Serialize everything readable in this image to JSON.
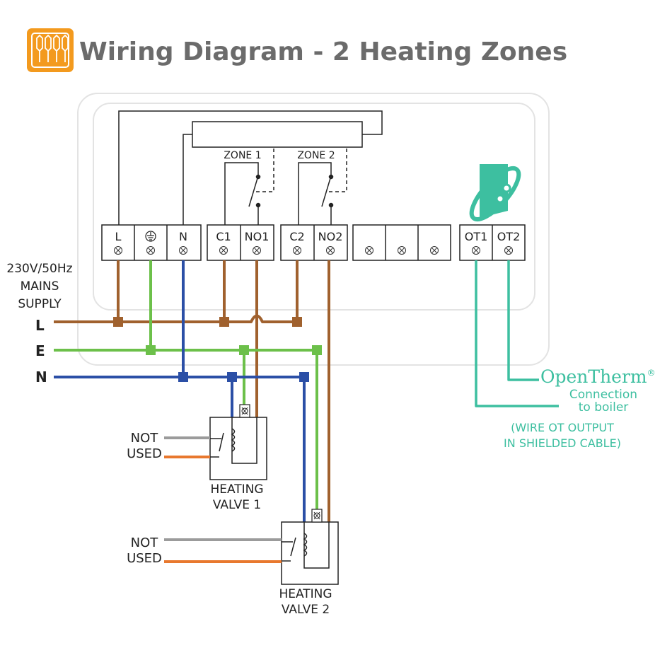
{
  "header": {
    "title": "Wiring Diagram - 2 Heating Zones",
    "icon": "wiring-terminal-icon"
  },
  "colors": {
    "live": "#a0612e",
    "earth": "#6cc04a",
    "neutral": "#2b4fa6",
    "unused_grey": "#9b9b9b",
    "unused_orange": "#e8782e",
    "opentherm": "#3dbfa0",
    "title": "#6b6b6b",
    "icon_bg": "#f39a1e"
  },
  "zones": {
    "zone1": "ZONE 1",
    "zone2": "ZONE 2"
  },
  "terminals": {
    "l": "L",
    "n": "N",
    "c1": "C1",
    "no1": "NO1",
    "c2": "C2",
    "no2": "NO2",
    "ot1": "OT1",
    "ot2": "OT2"
  },
  "supply": {
    "line1": "230V/50Hz",
    "line2": "MAINS",
    "line3": "SUPPLY",
    "l": "L",
    "e": "E",
    "n": "N"
  },
  "valves": {
    "valve1": {
      "line1": "HEATING",
      "line2": "VALVE 1"
    },
    "valve2": {
      "line1": "HEATING",
      "line2": "VALVE 2"
    },
    "not_used_1": "NOT",
    "not_used_2": "USED"
  },
  "opentherm": {
    "brand": "OpenTherm",
    "reg": "®",
    "line1": "Connection",
    "line2": "to boiler",
    "note1": "(WIRE OT OUTPUT",
    "note2": "IN SHIELDED CABLE)"
  }
}
